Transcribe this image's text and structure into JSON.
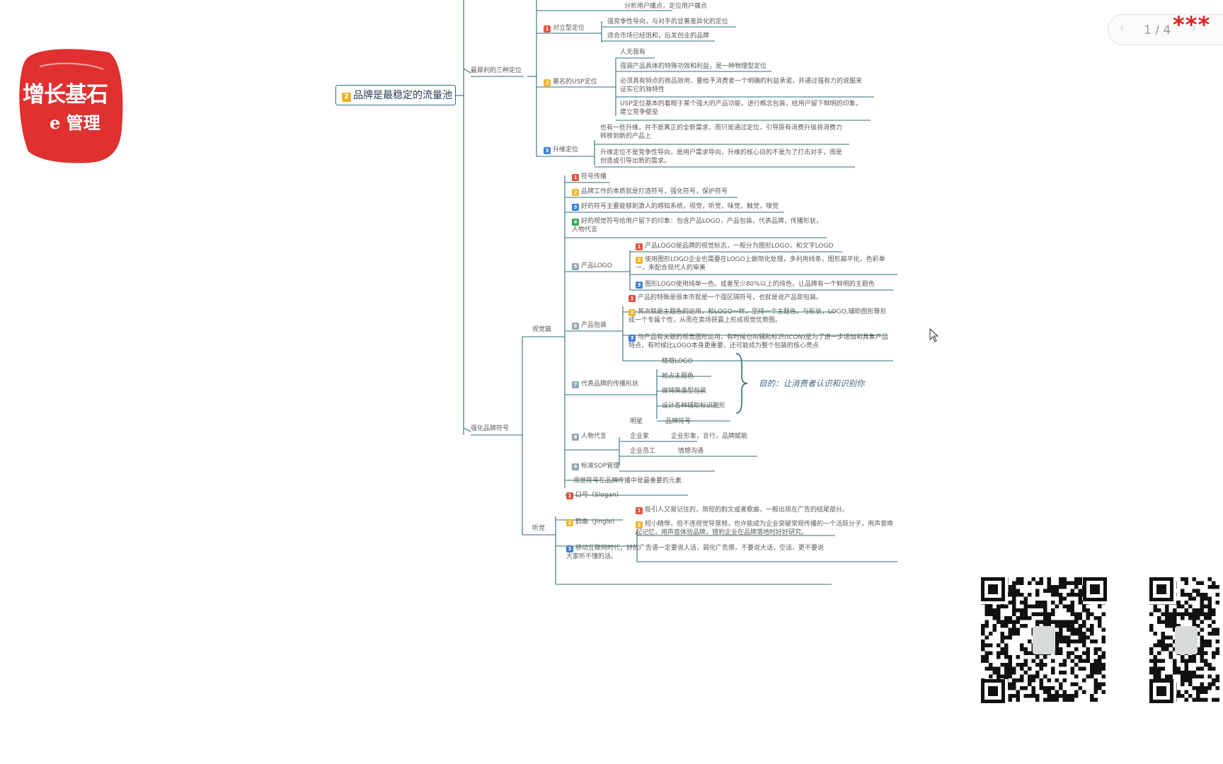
{
  "logo": {
    "line1": "增长基石",
    "line2": "e 管理"
  },
  "pager": {
    "prev_icon": "chevron-left-icon",
    "text": "1 / 4",
    "next_icon": "chevron-right-icon",
    "stars": "***"
  },
  "main_topic": {
    "badge": "2",
    "label": "品牌是最稳定的流量池"
  },
  "branches": {
    "positioning": "最犀利的三种定位",
    "symbol": "强化品牌符号",
    "visual": "视觉篇",
    "audio": "听觉"
  },
  "positioning": {
    "top_leaf": "分析用户痛点，定位用户痛点",
    "opposite": {
      "badge": "1",
      "label": "对立型定位",
      "items": [
        "强竞争性导向，与对手的显著差异化的定位",
        "适合市场已经饱和，后发创业的品牌"
      ]
    },
    "usp": {
      "badge": "2",
      "label": "著名的USP定位",
      "items": [
        "人无我有",
        "强调产品具体的特殊功效和利益，是一种物理型定位",
        "必须具有特点的商品效用，要给予消费者一个明确的利益承诺，并通过强有力的说服来证实它的独特性",
        "USP定位基本的着眼于某个强大的产品功能，进行概念包装，给用户留下鲜明的印象，建立竞争壁垒"
      ]
    },
    "upgrade": {
      "badge": "3",
      "label": "升维定位",
      "items": [
        "也有一些升维，并不是真正的全新需求，而只是通过定位，引导原有消费升级将消费力转移到新的产品上",
        "升维定位不是竞争性导向，是用户需求导向，升维的核心目的不是为了打击对手，而是创造或引导出新的需求。"
      ]
    }
  },
  "visual": {
    "items": [
      {
        "badge": "1",
        "label": "符号传播"
      },
      {
        "badge": "2",
        "label": "品牌工作的本质就是打造符号，强化符号，保护符号"
      },
      {
        "badge": "3",
        "label": "好的符号主要能够刺激人的感知系统，视觉，听觉，味觉，触觉，嗅觉"
      },
      {
        "badge": "4",
        "label": "好的视觉符号给用户留下的印象：包含产品LOGO，产品包装，代表品牌，传播形状，人物代言"
      }
    ],
    "logo": {
      "badge": "5",
      "label": "产品LOGO",
      "items": [
        {
          "badge": "1",
          "label": "产品LOGO是品牌的视觉标志，一般分为图形LOGO，和文字LOGO"
        },
        {
          "badge": "2",
          "label": "使用图形LOGO企业也需要在LOGO上做简化处理，多利用线条，图形扁平化，色彩单一，来配合现代人的审美"
        },
        {
          "badge": "3",
          "label": "图形LOGO使用纯单一色，或者至少80%以上的纯色，让品牌有一个鲜明的主题色"
        }
      ]
    },
    "package": {
      "badge": "6",
      "label": "产品包装",
      "items": [
        {
          "badge": "1",
          "label": "产品的特殊是很本市就是一个强区隔符号，也就是说产品即包装。"
        },
        {
          "badge": "2",
          "label": "其次就是主题色的运用，和LOGO一样，坚持一个主题色，与形状，LOGO,辅助图形等形成一个专属个性，从而在卖场获赢上形成视觉优势图。"
        },
        {
          "badge": "3",
          "label": "与产品有关联的视觉图形运用，有时候也叫辅助标识(ICON)是为了进一步增加和具象产品特点，有时候比LOGO本身更重要，还可能成为整个包装的核心亮点"
        }
      ]
    },
    "shape": {
      "badge": "7",
      "label": "代表品牌的传播形状",
      "items": [
        "精简LOGO",
        "抢占主题色",
        "做特殊造型包装",
        "设计各种辅助标识图形"
      ],
      "goal": "目的：让消费者认识和识别你"
    },
    "spokesperson": {
      "badge": "8",
      "label": "人物代言",
      "rows": [
        {
          "left": "明星",
          "right": "品牌符号"
        },
        {
          "left": "企业家",
          "right": "企业形象，言行，品牌赋能"
        },
        {
          "left": "企业员工",
          "right": "情感沟通"
        }
      ]
    },
    "sop": {
      "badge": "9",
      "label": "标准SOP管理"
    },
    "footer": "视觉符号在品牌传播中是最重要的元素"
  },
  "audio": {
    "slogan": {
      "badge": "1",
      "label": "口号（Slogan)"
    },
    "jingle": {
      "badge": "2",
      "label": "韵曲（Jingle)",
      "items": [
        {
          "badge": "1",
          "label": "吸引人又易记住的，简短的韵文或者歌曲，一般出现在广告的结尾部分。"
        },
        {
          "badge": "2",
          "label": "短小精悍，但不连视觉导常频，也许能成为企业突破常规传播的一个活跃分子，用声音唤起记忆，用声音体验品牌，猎豹企业在品牌落地时好好研究。"
        }
      ]
    },
    "mobile": {
      "badge": "3",
      "label": "移动互联网时代，好的广告语一定要说人话，弱化广告感，不要说大话，空话，更不要说大家听不懂的话。"
    }
  },
  "icons": [
    "cursor-icon",
    "qr-code-icon",
    "brace-icon"
  ],
  "colors": {
    "branch_line": "#2e6f74",
    "logo_red": "#e03030",
    "badge_red": "#e0533d",
    "badge_yellow": "#f0b429",
    "badge_blue": "#3f7fd1",
    "badge_green": "#35a853",
    "badge_gray": "#8fa7b3"
  }
}
